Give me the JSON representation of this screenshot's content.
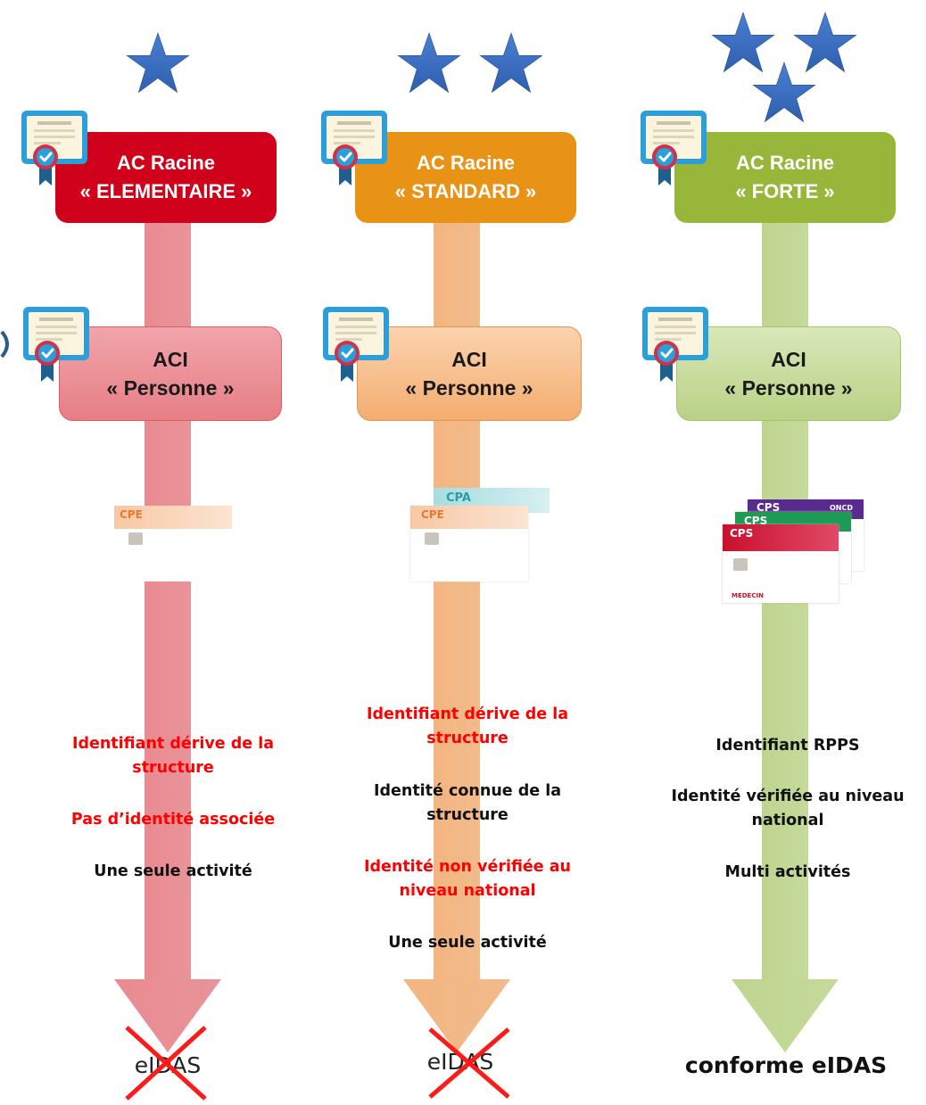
{
  "columns": [
    {
      "root_title": "AC Racine",
      "root_subtitle": "« ELEMENTAIRE »",
      "aci_title": "ACI",
      "aci_subtitle": "« Personne »",
      "stars": 1,
      "cards": [
        "CPE"
      ],
      "notes": [
        {
          "text": "Identifiant dérive de la structure",
          "color": "red"
        },
        {
          "text": "Pas d’identité  associée",
          "color": "red"
        },
        {
          "text": "Une seule activité",
          "color": "black"
        }
      ],
      "eidas_label": "eIDAS",
      "eidas_status": "crossed"
    },
    {
      "root_title": "AC Racine",
      "root_subtitle": "« STANDARD »",
      "aci_title": "ACI",
      "aci_subtitle": "« Personne »",
      "stars": 2,
      "cards": [
        "CPA",
        "CPE"
      ],
      "notes": [
        {
          "text": "Identifiant dérive de la structure",
          "color": "red"
        },
        {
          "text": "Identité connue de la structure",
          "color": "black"
        },
        {
          "text": "Identité non vérifiée au niveau national",
          "color": "red"
        },
        {
          "text": "Une seule activité",
          "color": "black"
        }
      ],
      "eidas_label": "eIDAS",
      "eidas_status": "crossed"
    },
    {
      "root_title": "AC Racine",
      "root_subtitle": "« FORTE »",
      "aci_title": "ACI",
      "aci_subtitle": "« Personne »",
      "stars": 3,
      "cards": [
        "CPS",
        "CPS",
        "CPS"
      ],
      "card_extras": [
        "ONCD",
        "MEDECIN"
      ],
      "notes": [
        {
          "text": "Identifiant RPPS",
          "color": "black"
        },
        {
          "text": "Identité vérifiée au niveau national",
          "color": "black"
        },
        {
          "text": "Multi activités",
          "color": "black"
        }
      ],
      "eidas_label": "conforme eIDAS",
      "eidas_status": "compliant"
    }
  ],
  "colors": {
    "red_root": "#d0021b",
    "red_aci": "#ec8f96",
    "red_arrow": "#e57f86",
    "orange_root": "#e89315",
    "orange_aci": "#f5b980",
    "orange_arrow": "#f2b382",
    "green_root": "#98b73a",
    "green_aci": "#c7dc9f",
    "green_arrow": "#c2d896",
    "star": "#3a6bc0",
    "cross": "#ff1a1a"
  },
  "icons": [
    "star-icon",
    "certificate-icon",
    "smart-card-icon",
    "cross-mark-icon"
  ]
}
